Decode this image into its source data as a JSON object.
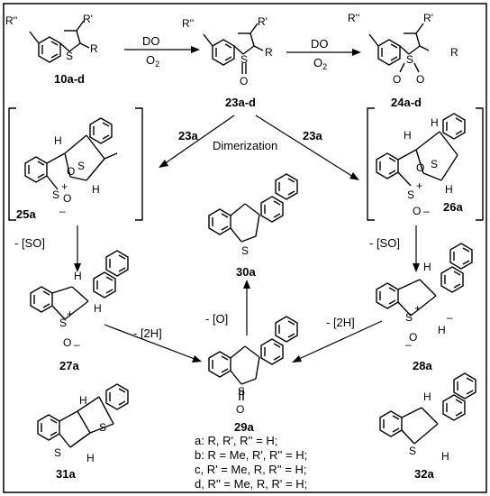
{
  "compounds": {
    "c10": "10a-d",
    "c23": "23a-d",
    "c24": "24a-d",
    "c25": "25a",
    "c26": "26a",
    "c27": "27a",
    "c28": "28a",
    "c29": "29a",
    "c30": "30a",
    "c31": "31a",
    "c32": "32a"
  },
  "substituents": {
    "r2": "R''",
    "r1": "R'",
    "r": "R"
  },
  "atoms": {
    "s": "S",
    "o": "O",
    "h": "H",
    "splus": "+",
    "ominus": "O",
    "minus": "–"
  },
  "reagents": {
    "do1": "DO",
    "o2_1": "O",
    "sub2_1": "2",
    "do2": "DO",
    "o2_2": "O",
    "sub2_2": "2",
    "rx23a_left": "23a",
    "rx23a_right": "23a",
    "dimerization": "Dimerization",
    "so_left": "- [SO]",
    "so_right": "- [SO]",
    "h2_left": "- [2H]",
    "h2_right": "- [2H]",
    "ox": "- [O]"
  },
  "legend": [
    "a: R, R', R'' = H;",
    "b: R = Me, R', R'' = H;",
    "c, R' = Me, R, R'' = H;",
    "d, R'' = Me, R, R' = H;"
  ]
}
